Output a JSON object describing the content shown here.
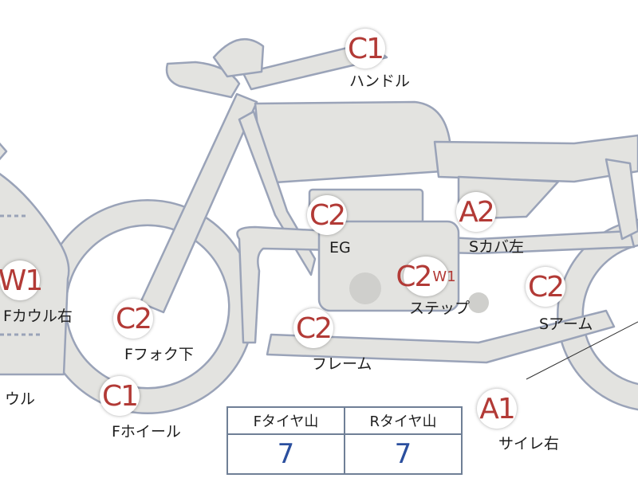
{
  "colors": {
    "body_fill": "#e3e3e0",
    "body_stroke": "#9aa3b8",
    "marker_text": "#b23a36",
    "label_text": "#1e1e1e",
    "tire_value": "#2b4f9e"
  },
  "parts": [
    {
      "id": "handle",
      "grade": "C1",
      "label": "ハンドル"
    },
    {
      "id": "engine",
      "grade": "C2",
      "label": "EG"
    },
    {
      "id": "side-cover",
      "grade": "A2",
      "label": "Sカバ左"
    },
    {
      "id": "step",
      "grade": "C2",
      "sub": "W1",
      "label": "ステップ"
    },
    {
      "id": "swingarm",
      "grade": "C2",
      "label": "Sアーム"
    },
    {
      "id": "f-cowl-r",
      "grade": "W1",
      "label": "Fカウル右"
    },
    {
      "id": "f-fork",
      "grade": "C2",
      "label": "Fフォク下"
    },
    {
      "id": "frame",
      "grade": "C2",
      "label": "フレーム"
    },
    {
      "id": "cowl",
      "grade": "",
      "label": "ウル"
    },
    {
      "id": "f-wheel",
      "grade": "C1",
      "label": "Fホイール"
    },
    {
      "id": "silencer",
      "grade": "A1",
      "label": "サイレ右"
    }
  ],
  "tire_table": {
    "headers": [
      "Fタイヤ山",
      "Rタイヤ山"
    ],
    "values": [
      "7",
      "7"
    ]
  }
}
